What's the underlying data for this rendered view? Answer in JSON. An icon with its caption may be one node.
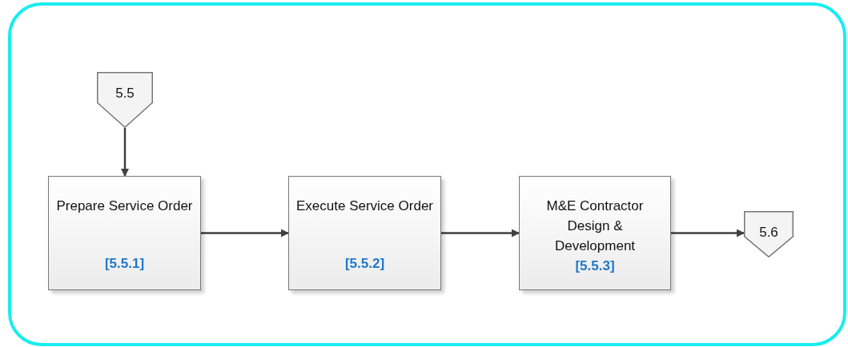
{
  "diagram": {
    "nodes": [
      {
        "text": [
          "5.5"
        ]
      },
      {
        "text": [
          "Prepare Service Order",
          "[5.5.1]"
        ]
      },
      {
        "text": [
          "Execute Service Order",
          "[5.5.2]"
        ]
      },
      {
        "text": [
          "M&E Contractor Design & Development",
          "[5.5.3]"
        ]
      },
      {
        "text": [
          "5.6"
        ]
      }
    ],
    "edges": [
      {
        "from": 0,
        "to": 1,
        "arrow": "to"
      },
      {
        "from": 1,
        "to": 2,
        "arrow": "to"
      },
      {
        "from": 2,
        "to": 3,
        "arrow": "to"
      },
      {
        "from": 3,
        "to": 4,
        "arrow": "to"
      }
    ]
  }
}
